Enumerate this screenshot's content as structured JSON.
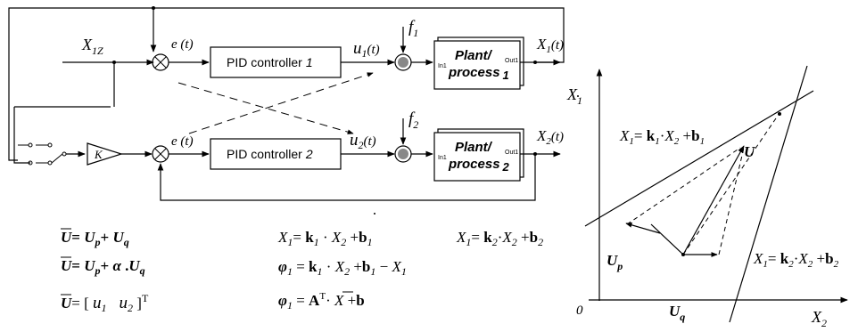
{
  "block_diagram": {
    "signals": {
      "x1z": "X",
      "x1z_sub": "1Z",
      "e_top": "e (t)",
      "e_bottom": "e (t)",
      "u1": "u",
      "u1_sub": "1",
      "u1_arg": "(t)",
      "u2": "u",
      "u2_sub": "2",
      "u2_arg": "(t)",
      "f1": "f",
      "f1_sub": "1",
      "f2": "f",
      "f2_sub": "2",
      "x1": "X",
      "x1_sub": "1",
      "x1_arg": "(t)",
      "x2": "X",
      "x2_sub": "2",
      "x2_arg": "(t)"
    },
    "blocks": {
      "pid1": "PID controller",
      "pid1_num": "1",
      "pid2": "PID controller",
      "pid2_num": "2",
      "plant_in": "In1",
      "plant_out": "Out1",
      "plant1_line1": "Plant/",
      "plant1_line2": "process",
      "plant1_num": "1",
      "plant2_line1": "Plant/",
      "plant2_line2": "process",
      "plant2_num": "2",
      "gain": "K"
    }
  },
  "equations": {
    "u_bar": "U",
    "eq1_rhs": [
      "U",
      "p",
      "+ ",
      "U",
      "q"
    ],
    "eq2_rhs": [
      "U",
      "p",
      "+ ",
      "α",
      " .",
      "U",
      "q"
    ],
    "eq3_rhs": [
      "[ ",
      "u",
      "1",
      "u",
      "2",
      " ]",
      "T"
    ],
    "line_a": [
      "X",
      "1",
      "= ",
      "k",
      "1",
      " · ",
      "X",
      "2",
      " +",
      "b",
      "1"
    ],
    "line_b": [
      "X",
      "1",
      "= ",
      "k",
      "2",
      "·",
      "X",
      "2",
      " +",
      "b",
      "2"
    ],
    "phi1": [
      "φ",
      "1",
      " = ",
      "k",
      "1",
      " · ",
      "X",
      "2",
      " +",
      "b",
      "1",
      " − ",
      "X",
      "1"
    ],
    "phi2": [
      "φ",
      "1",
      " = ",
      "A",
      "T",
      "· ",
      "X",
      " +",
      "b"
    ]
  },
  "graph": {
    "y_axis": "X",
    "y_axis_sub": "1",
    "x_axis": "X",
    "x_axis_sub": "2",
    "origin": "0",
    "line1_label": [
      "X",
      "1",
      "= ",
      "k",
      "1",
      "·",
      "X",
      "2",
      " +",
      "b",
      "1"
    ],
    "line2_label": [
      "X",
      "1",
      "= ",
      "k",
      "2",
      "·",
      "X",
      "2",
      " +",
      "b",
      "2"
    ],
    "vec_u": "U",
    "vec_up": "U",
    "vec_up_sub": "p",
    "vec_uq": "U",
    "vec_uq_sub": "q"
  }
}
